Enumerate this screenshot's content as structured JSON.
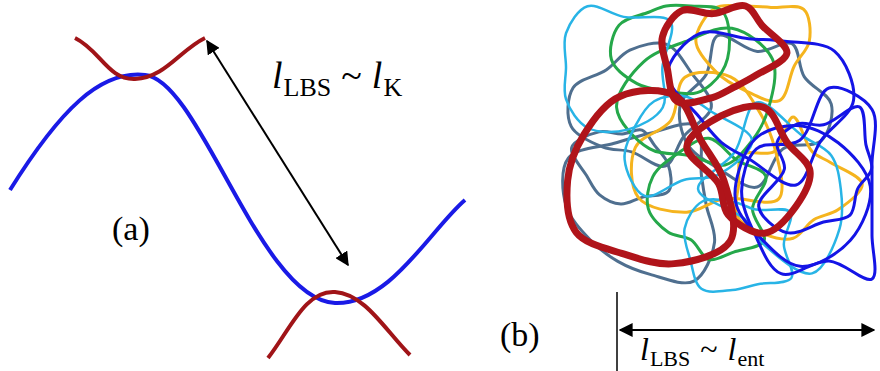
{
  "diagram": {
    "labels": [
      "l",
      "LBS",
      "~",
      "l",
      "K",
      "(a)",
      "(b)",
      "l",
      "LBS",
      "~",
      "l",
      "ent"
    ]
  }
}
